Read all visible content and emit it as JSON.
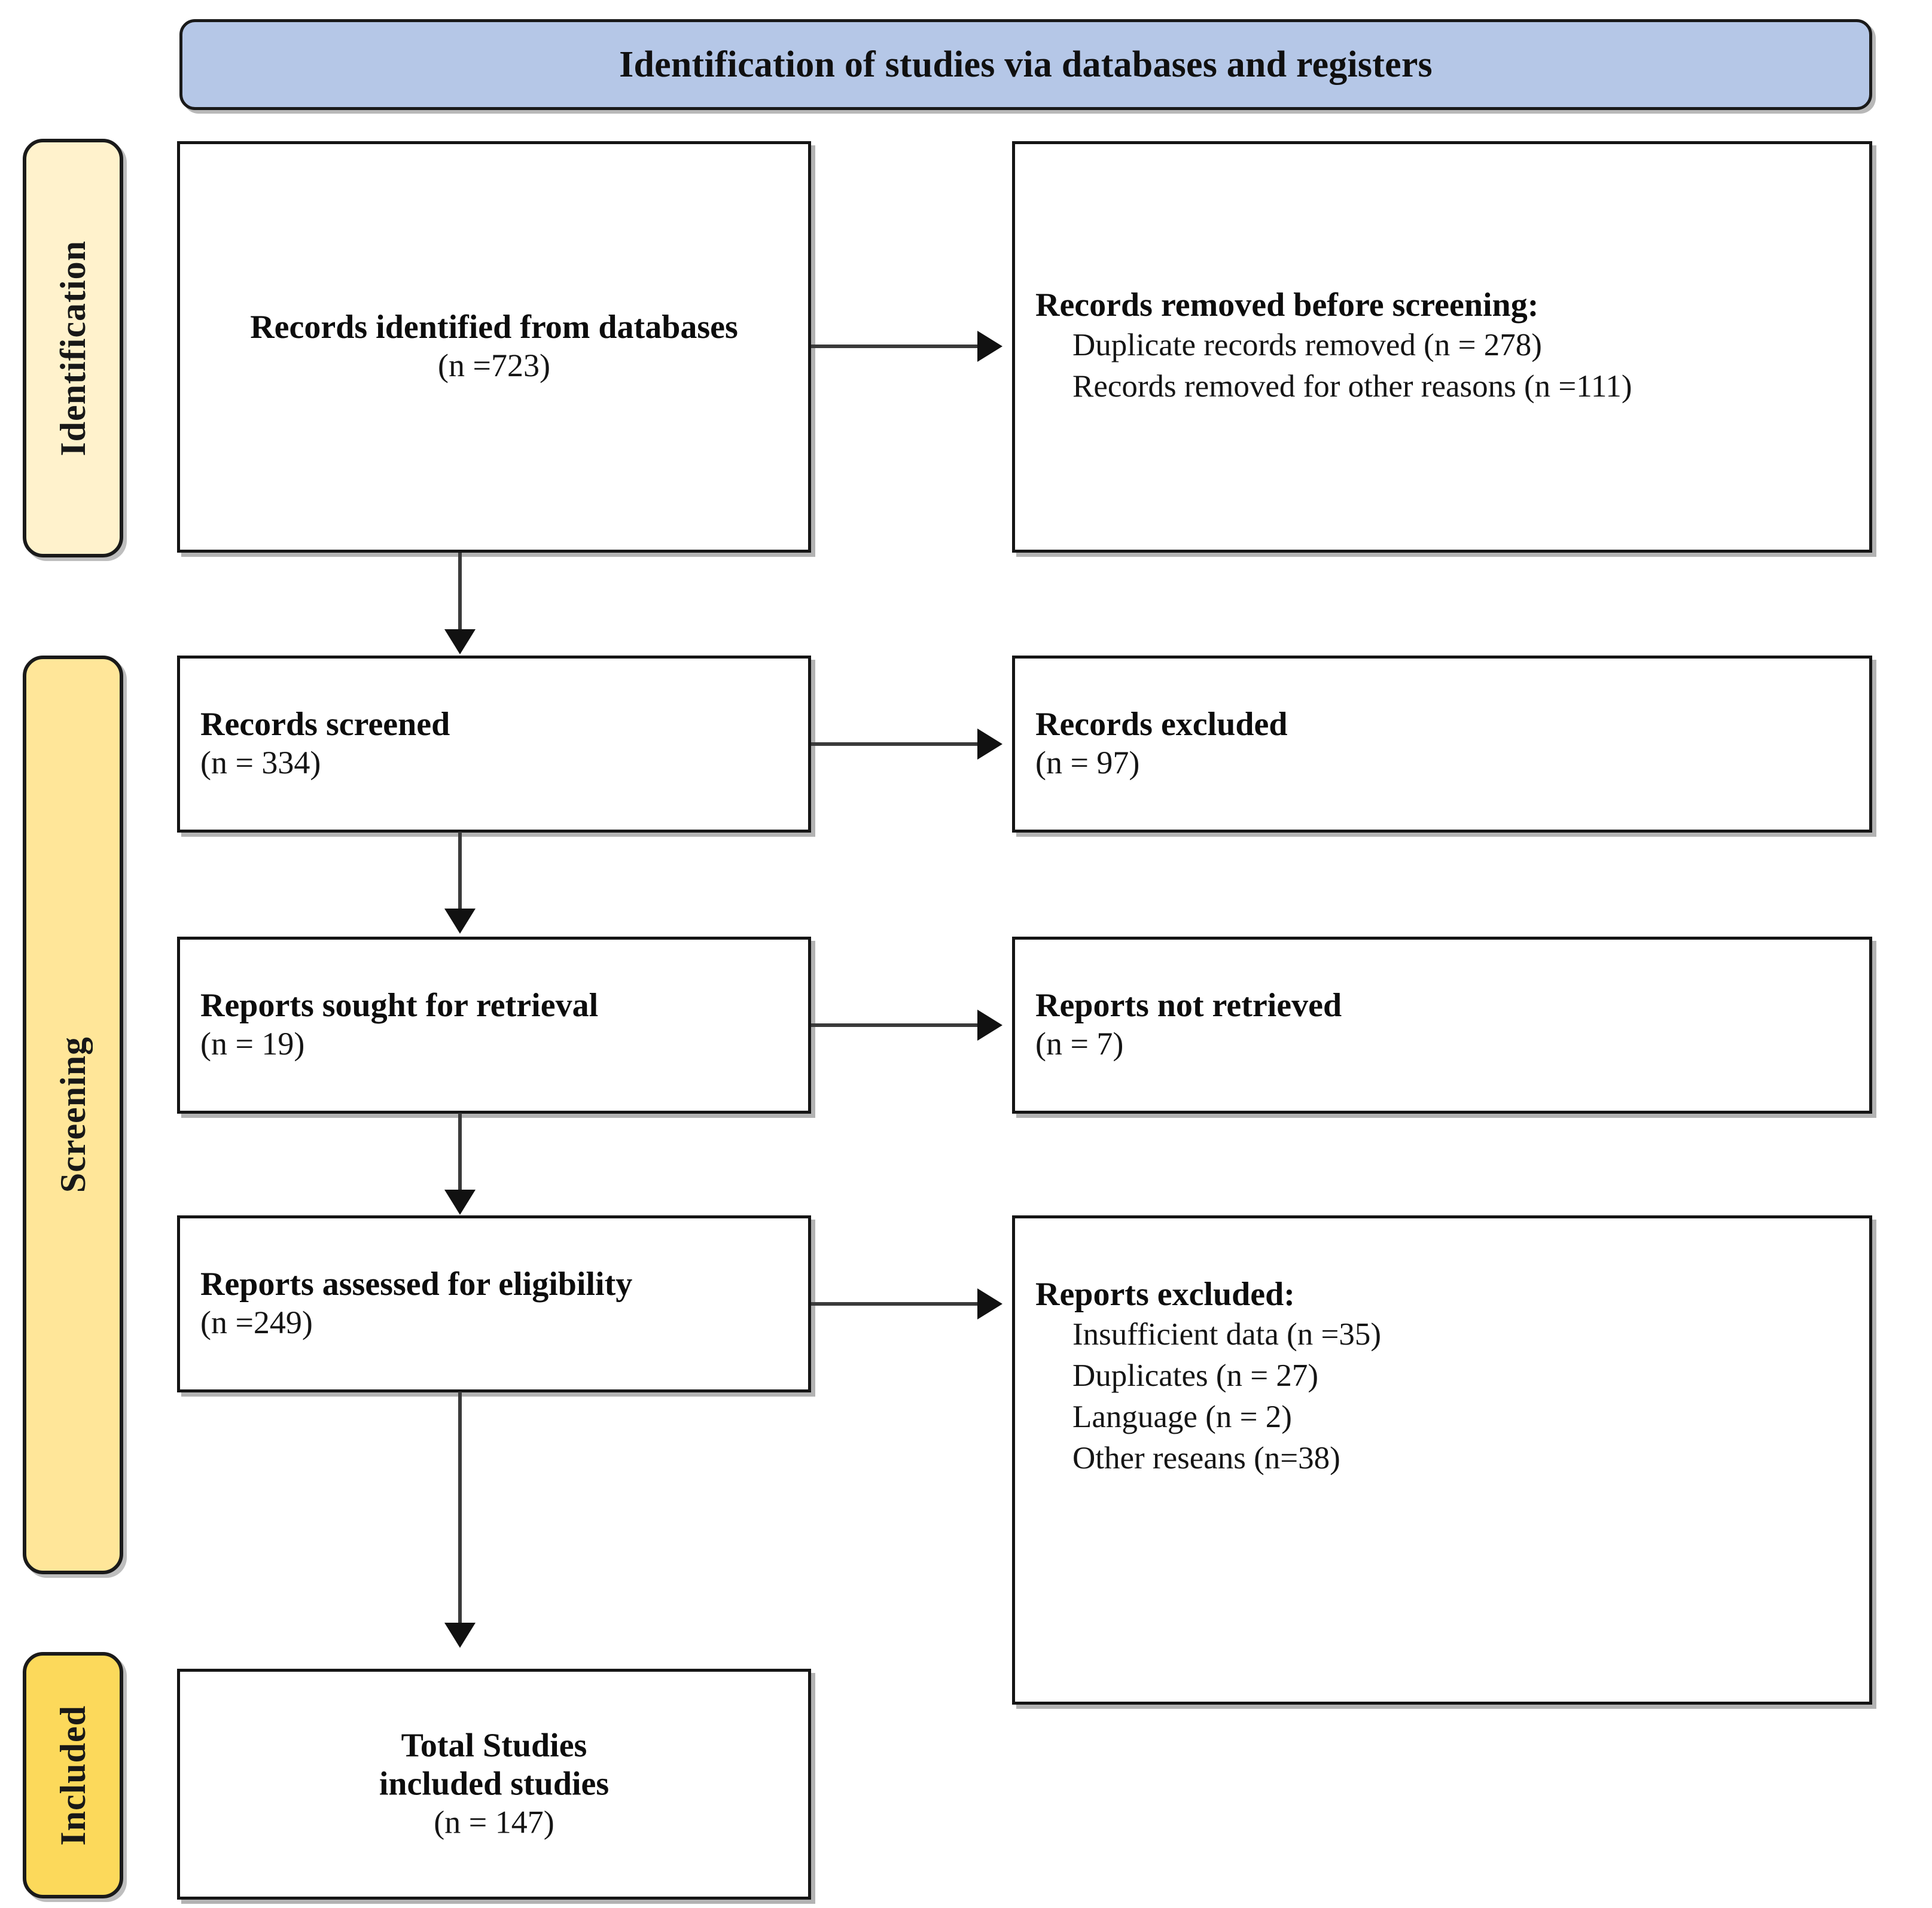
{
  "banner": {
    "title": "Identification of studies via databases and registers"
  },
  "stages": [
    {
      "id": "identification",
      "label": "Identification"
    },
    {
      "id": "screening",
      "label": "Screening"
    },
    {
      "id": "included",
      "label": "Included"
    }
  ],
  "boxes": {
    "identified": {
      "title": "Records identified from databases",
      "count": "(n =723)"
    },
    "removed": {
      "title": "Records removed before screening:",
      "items": [
        "Duplicate records removed (n = 278)",
        "Records removed for other reasons (n =111)"
      ]
    },
    "screened": {
      "title": "Records screened",
      "count": "(n = 334)"
    },
    "excluded_records": {
      "title": "Records excluded",
      "count": "(n = 97)"
    },
    "sought": {
      "title": "Reports sought for retrieval",
      "count": "(n = 19)"
    },
    "not_retrieved": {
      "title": "Reports not retrieved",
      "count": "(n = 7)"
    },
    "assessed": {
      "title": "Reports assessed for eligibility",
      "count": "(n =249)"
    },
    "reports_excluded": {
      "title": "Reports excluded:",
      "items": [
        "Insufficient data (n =35)",
        "Duplicates (n = 27)",
        "Language (n = 2)",
        "Other reseans (n=38)"
      ]
    },
    "total": {
      "title_line1": "Total Studies",
      "title_line2": "included studies",
      "count": "(n = 147)"
    }
  },
  "colors": {
    "banner_fill": "#b5c7e7",
    "identification_fill": "#fff2cc",
    "screening_fill": "#ffe699",
    "included_fill": "#fcd95b",
    "box_border": "#151515",
    "connector": "#3a3a3a"
  }
}
